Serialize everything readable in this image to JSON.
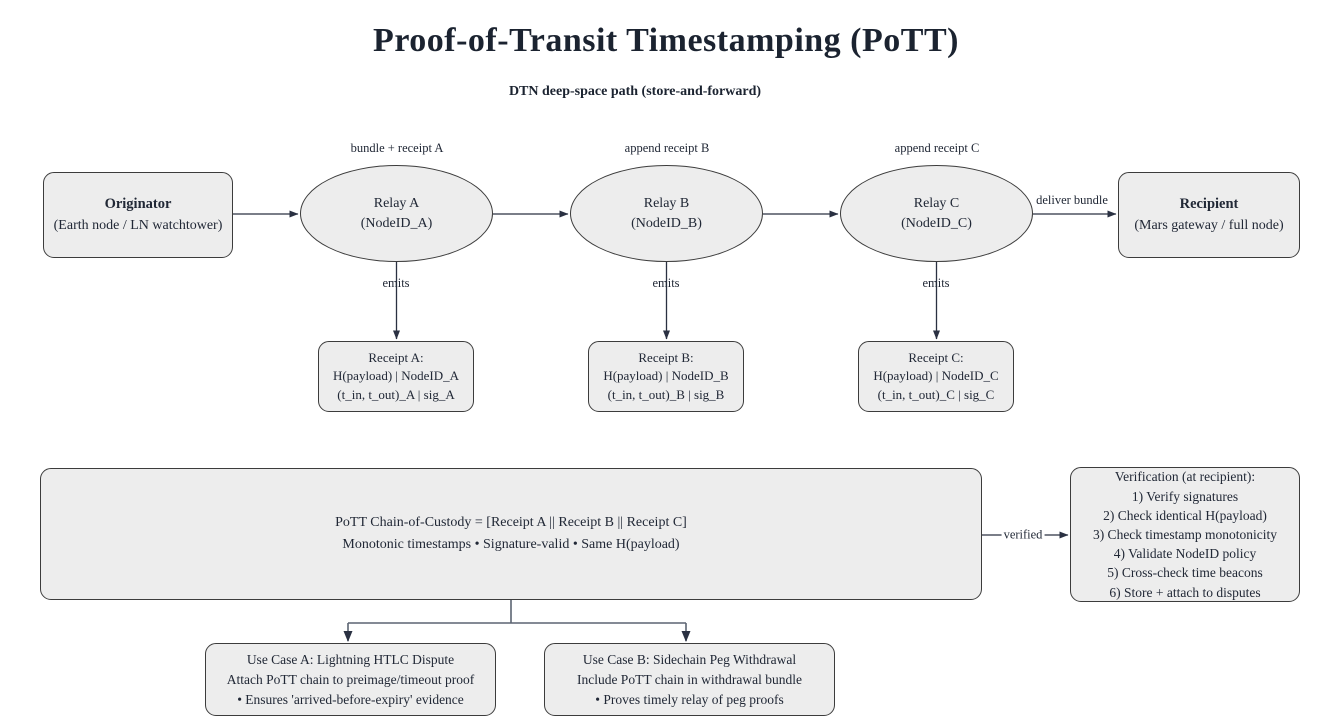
{
  "title": "Proof-of-Transit Timestamping (PoTT)",
  "subtitle": "DTN deep-space path (store-and-forward)",
  "flow": {
    "originator": {
      "title": "Originator",
      "subtitle": "(Earth node / LN watchtower)"
    },
    "relays": [
      {
        "name": "Relay A",
        "node_id": "(NodeID_A)",
        "edge_label": "bundle + receipt A",
        "emit_label": "emits",
        "receipt": {
          "line1": "Receipt A:",
          "line2": "H(payload) | NodeID_A",
          "line3": "(t_in, t_out)_A | sig_A"
        }
      },
      {
        "name": "Relay B",
        "node_id": "(NodeID_B)",
        "edge_label": "append receipt B",
        "emit_label": "emits",
        "receipt": {
          "line1": "Receipt B:",
          "line2": "H(payload) | NodeID_B",
          "line3": "(t_in, t_out)_B | sig_B"
        }
      },
      {
        "name": "Relay C",
        "node_id": "(NodeID_C)",
        "edge_label": "append receipt C",
        "emit_label": "emits",
        "receipt": {
          "line1": "Receipt C:",
          "line2": "H(payload) | NodeID_C",
          "line3": "(t_in, t_out)_C | sig_C"
        }
      }
    ],
    "deliver_label": "deliver bundle",
    "recipient": {
      "title": "Recipient",
      "subtitle": "(Mars gateway / full node)"
    }
  },
  "custody": {
    "line1": "PoTT Chain-of-Custody = [Receipt A || Receipt B || Receipt C]",
    "line2": "Monotonic timestamps • Signature-valid • Same H(payload)"
  },
  "verified_label": "verified",
  "verification": {
    "title": "Verification (at recipient):",
    "steps": [
      "1) Verify signatures",
      "2) Check identical H(payload)",
      "3) Check timestamp monotonicity",
      "4) Validate NodeID policy",
      "5) Cross-check time beacons",
      "6) Store + attach to disputes"
    ]
  },
  "use_cases": [
    {
      "line1": "Use Case A: Lightning HTLC Dispute",
      "line2": "Attach PoTT chain to preimage/timeout proof",
      "line3": "• Ensures 'arrived-before-expiry' evidence"
    },
    {
      "line1": "Use Case B: Sidechain Peg Withdrawal",
      "line2": "Include PoTT chain in withdrawal bundle",
      "line3": "• Proves timely relay of peg proofs"
    }
  ],
  "colors": {
    "background": "#ffffff",
    "node_fill": "#ededed",
    "node_border": "#3c3c3c",
    "text": "#212836",
    "arrow": "#2a3142",
    "branch_line": "#5c6472"
  }
}
